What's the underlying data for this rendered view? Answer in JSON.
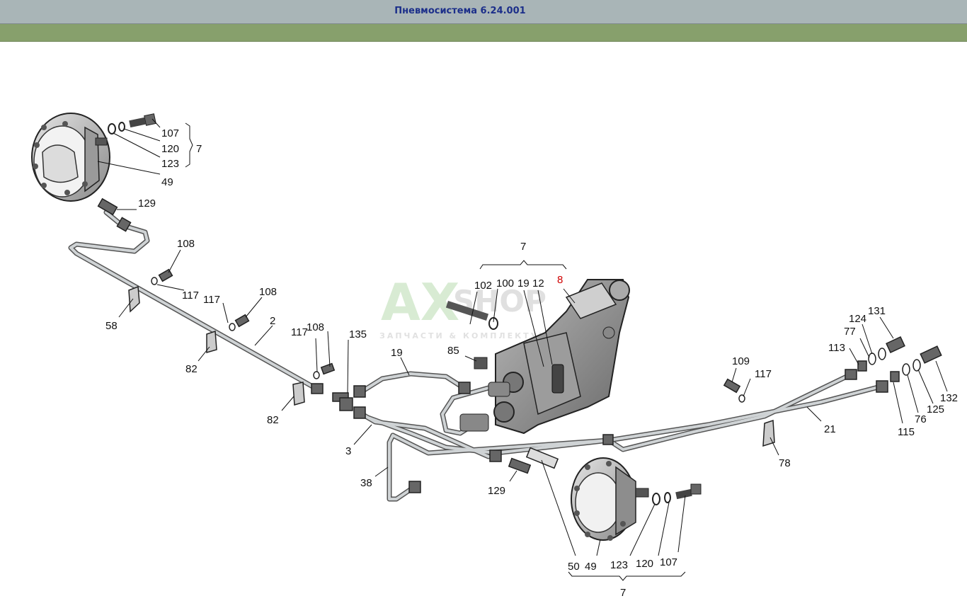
{
  "window": {
    "title": "Пневмосистема 6.24.001"
  },
  "watermark": {
    "brand_letters": "AX",
    "brand_word": "SHOP",
    "tagline": "ЗАПЧАСТИ & КОМПЛЕКТУЮЩ"
  },
  "callouts": [
    "107",
    "120",
    "123",
    "7",
    "49",
    "129",
    "108",
    "117",
    "117",
    "108",
    "58",
    "2",
    "82",
    "117",
    "108",
    "135",
    "82",
    "19",
    "85",
    "3",
    "38",
    "7",
    "102",
    "100",
    "19",
    "12",
    "8",
    "129",
    "50",
    "49",
    "123",
    "120",
    "107",
    "7",
    "109",
    "117",
    "124",
    "131",
    "77",
    "113",
    "21",
    "78",
    "115",
    "76",
    "125",
    "132"
  ],
  "colors": {
    "titlebar": "#a9b5b7",
    "greenbar": "#87a06c",
    "title_text": "#1c2f8a",
    "highlight_callout": "#d00000"
  }
}
